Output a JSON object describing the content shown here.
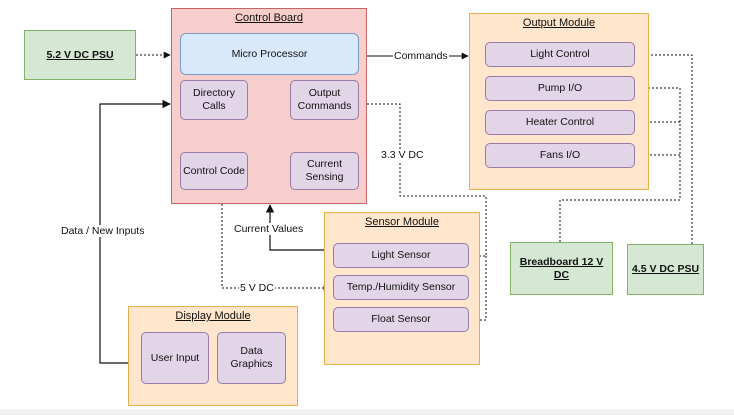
{
  "control_board": {
    "title": "Control Board",
    "micro_processor": "Micro Processor",
    "directory_calls": "Directory\nCalls",
    "output_commands": "Output\nCommands",
    "control_code": "Control Code",
    "current_sensing": "Current\nSensing"
  },
  "output_module": {
    "title": "Output Module",
    "items": [
      "Light Control",
      "Pump I/O",
      "Heater Control",
      "Fans I/O"
    ]
  },
  "sensor_module": {
    "title": "Sensor Module",
    "items": [
      "Light Sensor",
      "Temp./Humidity Sensor",
      "Float Sensor"
    ]
  },
  "display_module": {
    "title": "Display Module",
    "user_input": "User Input",
    "data_graphics": "Data Graphics"
  },
  "power": {
    "psu_52": "5.2 V DC PSU",
    "breadboard_12": "Breadboard 12 V DC",
    "psu_45": "4.5 V DC PSU"
  },
  "labels": {
    "commands": "Commands",
    "v33": "3.3 V DC",
    "current_values": "Current Values",
    "data_new_inputs": "Data / New Inputs",
    "v5": "5 V DC"
  },
  "colors": {
    "control_board_fill": "#f8cecc",
    "module_fill": "#ffe6cc",
    "component_fill": "#e1d5e7",
    "processor_fill": "#dae8fc",
    "power_fill": "#d5e8d4"
  }
}
